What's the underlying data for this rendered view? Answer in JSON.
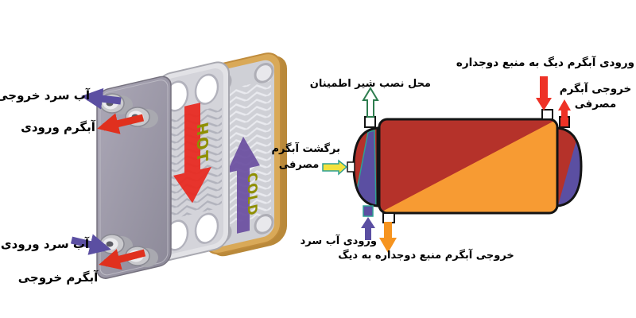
{
  "left_diagram": {
    "type": "plate-heat-exchanger-3d-illustration",
    "labels": {
      "cold_water_out": "آب سرد خروجی",
      "hot_water_in": "آبگرم ورودی",
      "cold_water_in": "آب سرد ورودی",
      "hot_water_out": "آبگرم خروجی",
      "hot_arrow": "HOT",
      "cold_arrow": "COLD"
    },
    "colors": {
      "front_plate": "#9a96a6",
      "middle_plate": "#dedee2",
      "back_plate_gold": "#d9a958",
      "hot_arrow_red": "#e8281e",
      "cold_arrow_purple": "#6b4fa0",
      "arrow_text_olive": "#8f8f00"
    }
  },
  "right_diagram": {
    "type": "double-wall-storage-tank-schematic",
    "labels": {
      "boiler_hot_in": "ورودی آبگرم دیگ به منبع دوجداره",
      "consumer_hot_out_line1": "خروجی آبگرم",
      "consumer_hot_out_line2": "مصرفی",
      "safety_valve": "محل نصب شیر اطمینان",
      "return_line1": "برگشت آبگرم",
      "return_line2": "مصرفی",
      "cold_water_in": "ورودی آب سرد",
      "boiler_hot_out": "خروجی آبگرم منبع دوجداره به دیگ"
    },
    "colors": {
      "tank_hot_red": "#b5322a",
      "tank_orange": "#f79b33",
      "consumer_purple": "#5b4fa2",
      "arrow_red": "#ee3226",
      "arrow_orange": "#f6941f",
      "arrow_yellow": "#f3e23c",
      "teal_outline": "#2fa093",
      "green_outline": "#2e7d4f",
      "tank_outline": "#141414"
    }
  }
}
